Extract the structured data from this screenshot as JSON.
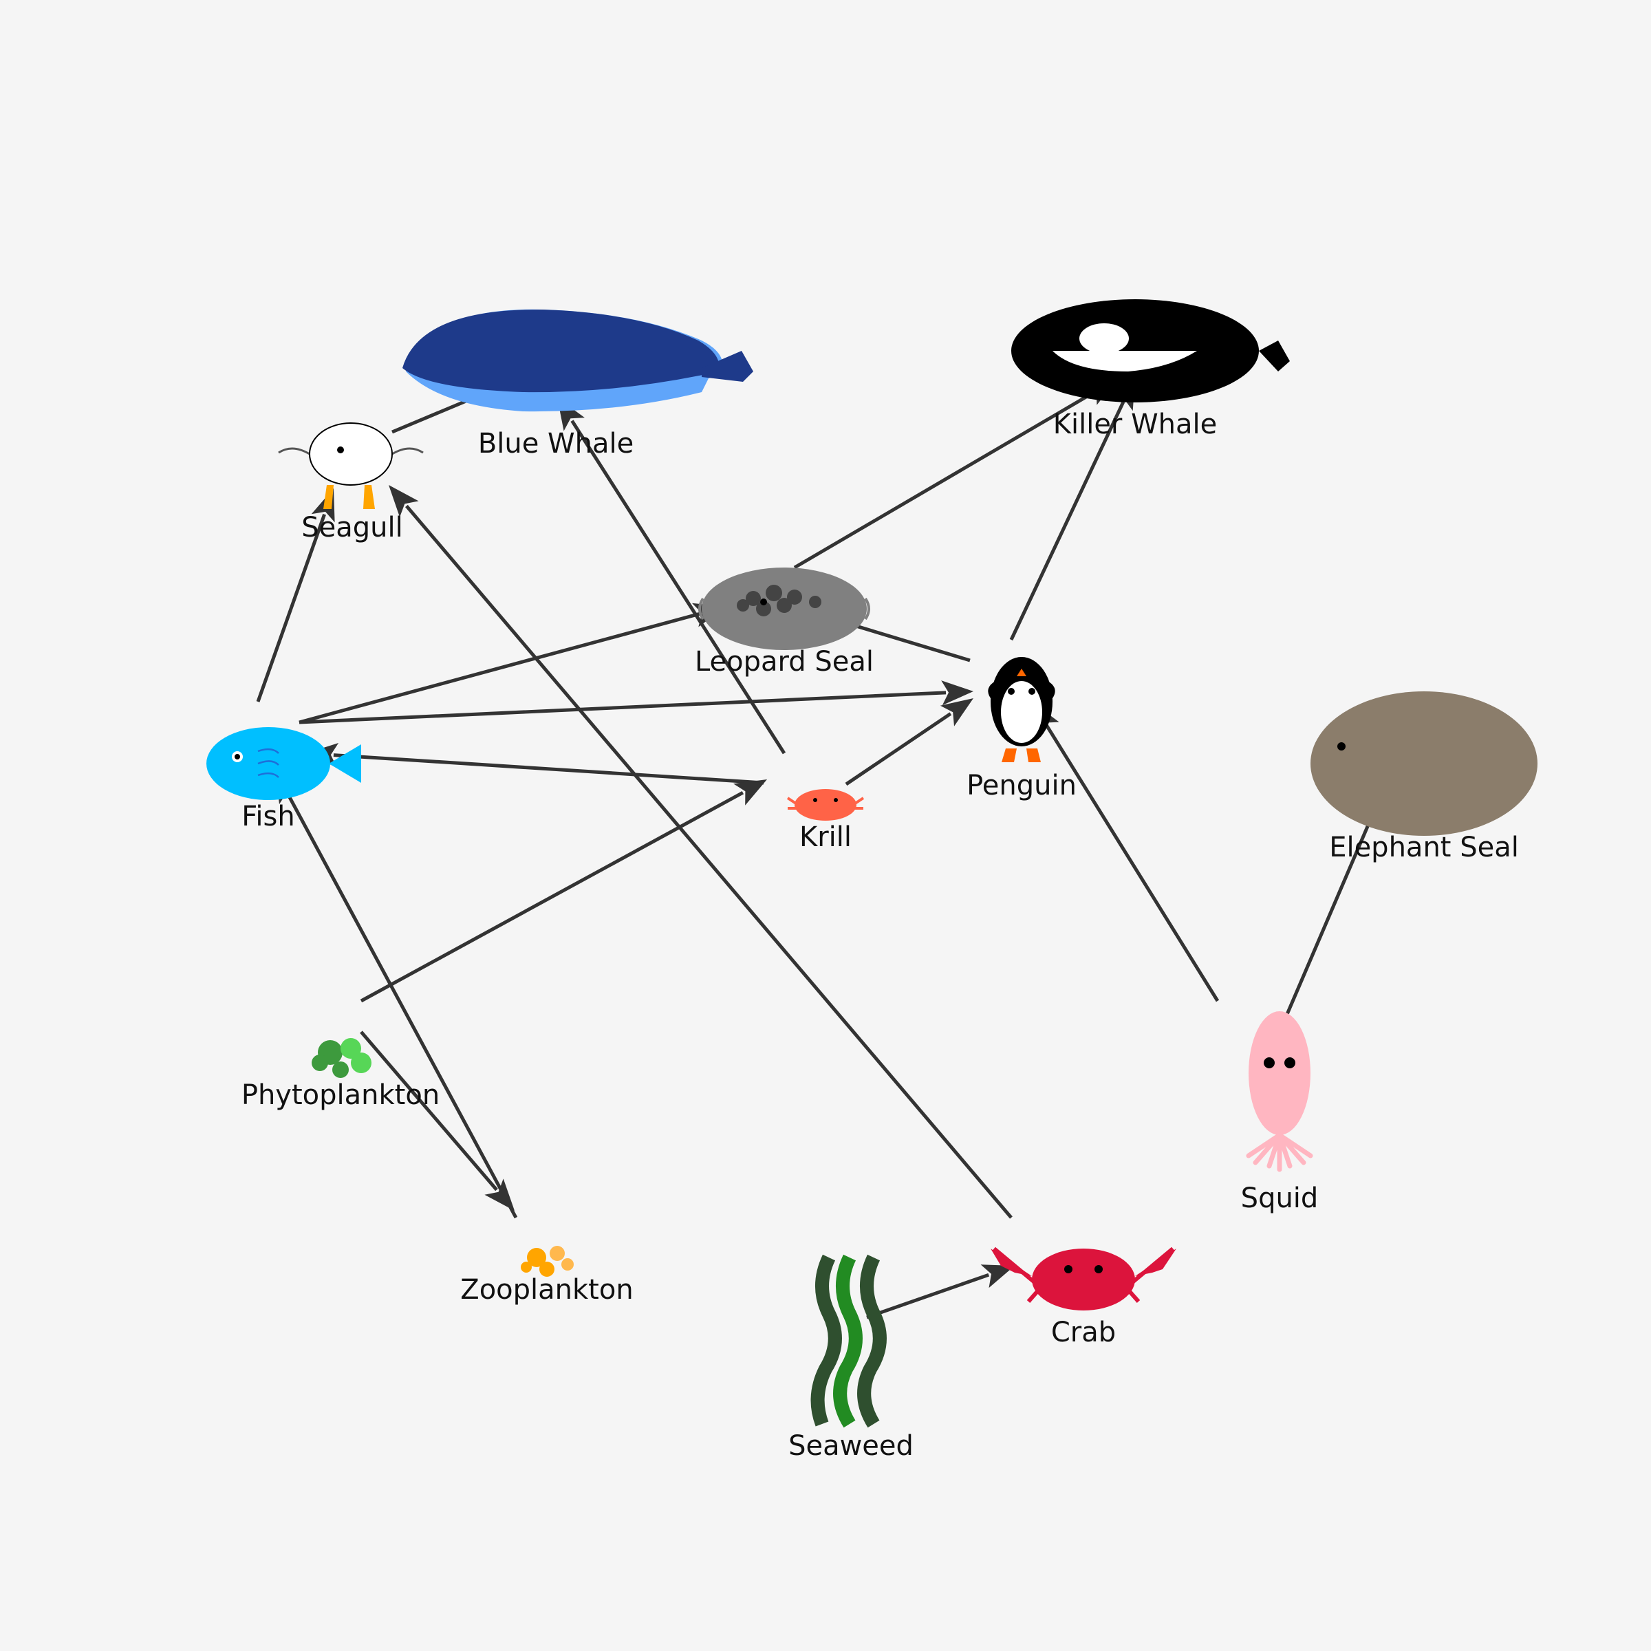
{
  "organisms": [
    {
      "id": "blue-whale",
      "label": "Blue Whale"
    },
    {
      "id": "killer-whale",
      "label": "Killer Whale"
    },
    {
      "id": "seagull",
      "label": "Seagull"
    },
    {
      "id": "leopard-seal",
      "label": "Leopard Seal"
    },
    {
      "id": "penguin",
      "label": "Penguin"
    },
    {
      "id": "fish",
      "label": "Fish"
    },
    {
      "id": "krill",
      "label": "Krill"
    },
    {
      "id": "elephant-seal",
      "label": "Elephant Seal"
    },
    {
      "id": "phytoplankton",
      "label": "Phytoplankton"
    },
    {
      "id": "squid",
      "label": "Squid"
    },
    {
      "id": "zooplankton",
      "label": "Zooplankton"
    },
    {
      "id": "crab",
      "label": "Crab"
    },
    {
      "id": "seaweed",
      "label": "Seaweed"
    }
  ],
  "links": [
    {
      "from": "seagull",
      "to": "blue-whale"
    },
    {
      "from": "fish",
      "to": "seagull"
    },
    {
      "from": "crab",
      "to": "seagull"
    },
    {
      "from": "krill",
      "to": "blue-whale"
    },
    {
      "from": "leopard-seal",
      "to": "killer-whale"
    },
    {
      "from": "penguin",
      "to": "killer-whale"
    },
    {
      "from": "fish",
      "to": "leopard-seal"
    },
    {
      "from": "penguin",
      "to": "leopard-seal"
    },
    {
      "from": "fish",
      "to": "penguin"
    },
    {
      "from": "krill",
      "to": "penguin"
    },
    {
      "from": "krill",
      "to": "fish"
    },
    {
      "from": "zooplankton",
      "to": "fish"
    },
    {
      "from": "phytoplankton",
      "to": "krill"
    },
    {
      "from": "phytoplankton",
      "to": "zooplankton"
    },
    {
      "from": "squid",
      "to": "penguin"
    },
    {
      "from": "squid",
      "to": "elephant-seal"
    },
    {
      "from": "seaweed",
      "to": "crab"
    }
  ],
  "colors": {
    "background": "#f5f5f5",
    "arrow": "#333333",
    "blue_whale_back": "#1e3a8a",
    "blue_whale_belly": "#60a5fa",
    "killer_whale": "#000000",
    "leopard_seal": "#808080",
    "elephant_seal": "#8b7d6b",
    "fish": "#00bfff",
    "krill": "#ff6347",
    "crab": "#dc143c",
    "squid": "#ffb6c1",
    "phytoplankton": "#4caf50",
    "zooplankton": "#ffa500",
    "seaweed_dark": "#2f4f2f",
    "seaweed_light": "#228b22",
    "penguin_feet": "#ff6600"
  }
}
